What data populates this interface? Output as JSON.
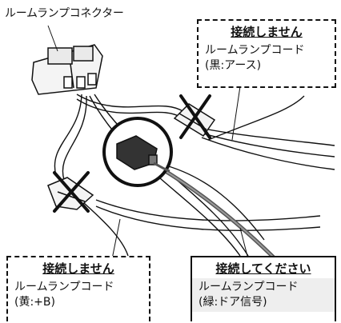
{
  "connector_label": "ルームランプコネクター",
  "box_top_right": {
    "heading": "接続しません",
    "line1": "ルームランプコード",
    "line2": "(黒:アース)"
  },
  "box_bottom_left": {
    "heading": "接続しません",
    "line1": "ルームランプコード",
    "line2": "(黄:+B)"
  },
  "box_bottom_right": {
    "heading": "接続してください",
    "line1": "ルームランプコード",
    "line2": "(緑:ドア信号)"
  },
  "colors": {
    "line": "#111111",
    "green_cord": "#555555",
    "ok_fill": "#eeeeee"
  }
}
